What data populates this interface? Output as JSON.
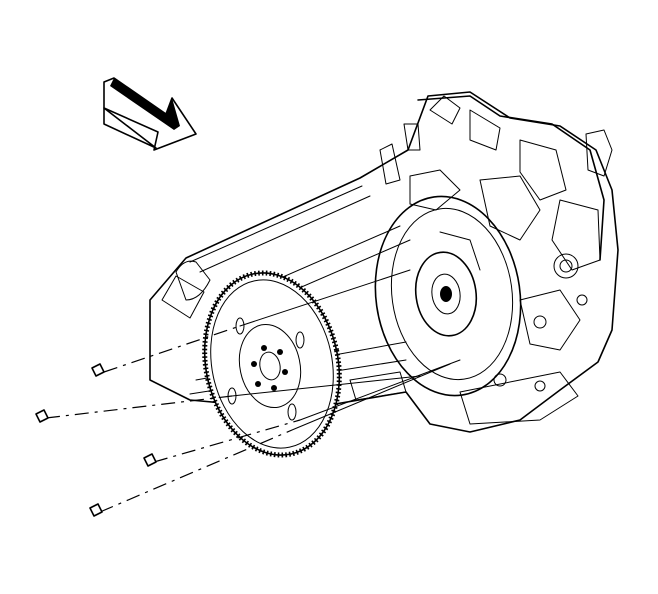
{
  "figure": {
    "colors": {
      "ink": "#000000",
      "paper": "#ffffff"
    },
    "direction_arrow": {
      "icon": "hollow-block-arrow-icon"
    },
    "bolts": {
      "count": 4,
      "icon": "flywheel-bolt-icon"
    },
    "components": [
      "transaxle-housing",
      "torque-converter",
      "flywheel",
      "flywheel-bolts"
    ]
  }
}
